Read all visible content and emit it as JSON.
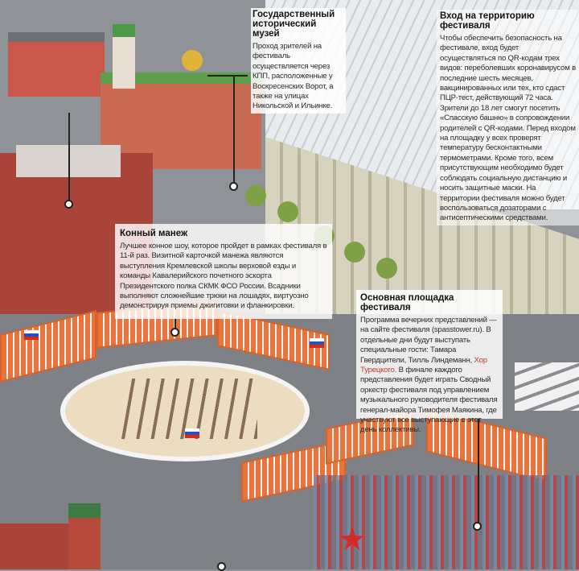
{
  "museum": {
    "title": "Государственный исторический музей",
    "text": "Проход зрителей на фестиваль осуществляется через КПП, расположенные у Воскресенских Ворот, а также на улицах Никольской и Ильинке."
  },
  "entrance": {
    "title": "Вход на территорию фестиваля",
    "text": "Чтобы обеспечить безопасность на фестивале, вход будет осуществляться по QR-кодам трех видов: переболевших коронавирусом в последние шесть месяцев, вакцинированных или тех, кто сдаст ПЦР-тест, действующий 72 часа. Зрители до 18 лет смогут посетить «Спасскую башню» в сопровождении родителей с QR-кодами. Перед входом на площадку у всех проверят температуру бесконтактными термометрами. Кроме того, всем присутствующим необходимо будет соблюдать социальную дистанцию и носить защитные маски. На территории фестиваля можно будет воспользоваться дозаторами с антисептическими средствами."
  },
  "horse_arena": {
    "title": "Конный манеж",
    "text": "Лучшее конное шоу, которое пройдет в рамках фестиваля в 11-й раз. Визитной карточкой манежа являются выступления Кремлевской школы верховой езды и команды Кавалерийского почетного эскорта Президентского полка СКМК ФСО России. Всадники выполняют сложнейшие трюки на лошадях, виртуозно демонстрируя приемы джигитовки и фланкировки."
  },
  "main_stage": {
    "title": "Основная площадка фестиваля",
    "text_before": "Программа вечерних представлений — на сайте фестиваля (spasstower.ru). В отдельные дни будут выступать специальные гости: Тамара Гвердцители, Тилль Линдеманн, ",
    "highlight": "Хор Турецкого.",
    "text_after": " В финале каждого представления будет играть Сводный оркестр фестиваля под управлением музыкального руководителя фестиваля генерал-майора Тимофея Маякина, где участвуют все выступающие в этот день коллективы."
  },
  "colors": {
    "brick": "#a9443a",
    "arena": "#ecdcc0",
    "stand": "#e8743b",
    "highlight": "#c0392b"
  }
}
